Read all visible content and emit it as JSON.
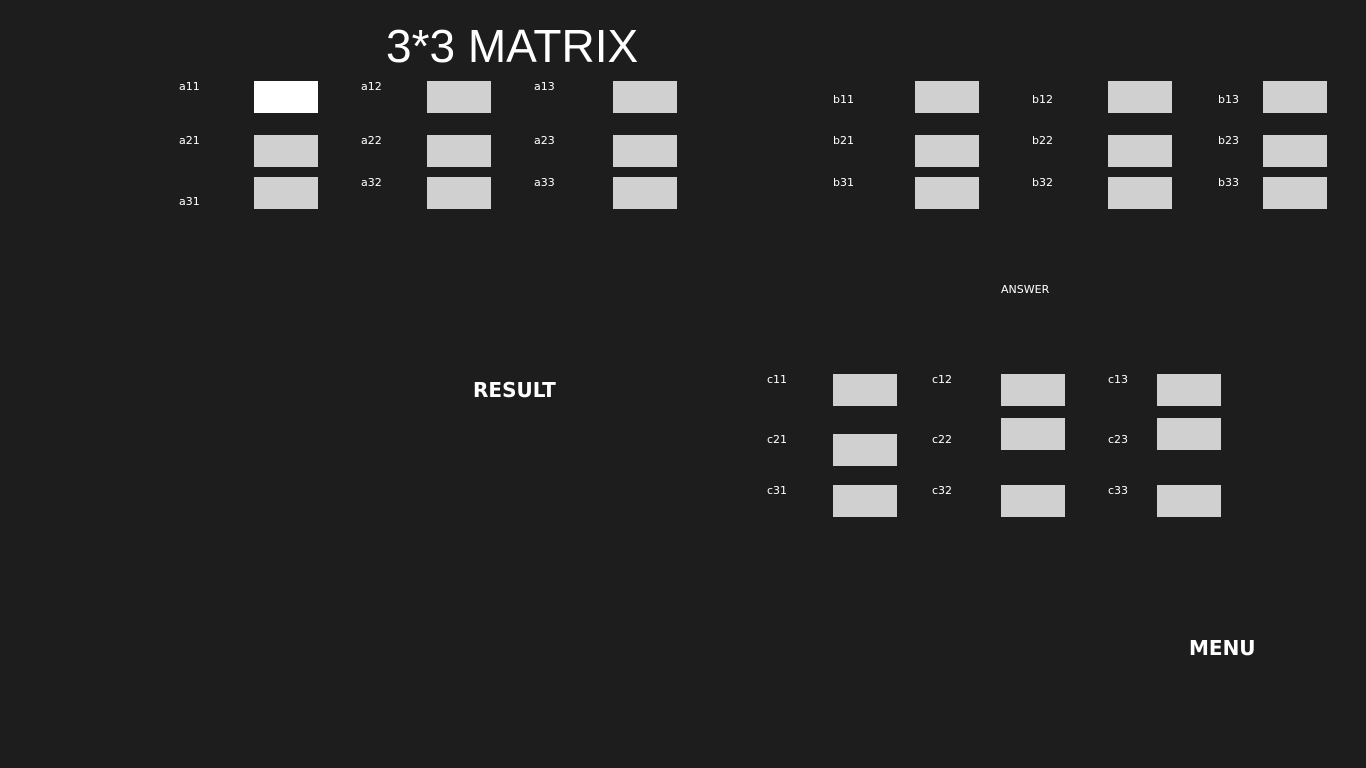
{
  "title": "3*3 MATRIX",
  "matrix_a": {
    "labels": [
      "a11",
      "a12",
      "a13",
      "a21",
      "a22",
      "a23",
      "a31",
      "a32",
      "a33"
    ],
    "values": [
      "",
      "",
      "",
      "",
      "",
      "",
      "",
      "",
      ""
    ]
  },
  "matrix_b": {
    "labels": [
      "b11",
      "b12",
      "b13",
      "b21",
      "b22",
      "b23",
      "b31",
      "b32",
      "b33"
    ],
    "values": [
      "",
      "",
      "",
      "",
      "",
      "",
      "",
      "",
      ""
    ]
  },
  "answer_label": "ANSWER",
  "matrix_c": {
    "labels": [
      "c11",
      "c12",
      "c13",
      "c21",
      "c22",
      "c23",
      "c31",
      "c32",
      "c33"
    ],
    "values": [
      "",
      "",
      "",
      "",
      "",
      "",
      "",
      "",
      ""
    ]
  },
  "result_button": "RESULT",
  "menu_button": "MENU"
}
